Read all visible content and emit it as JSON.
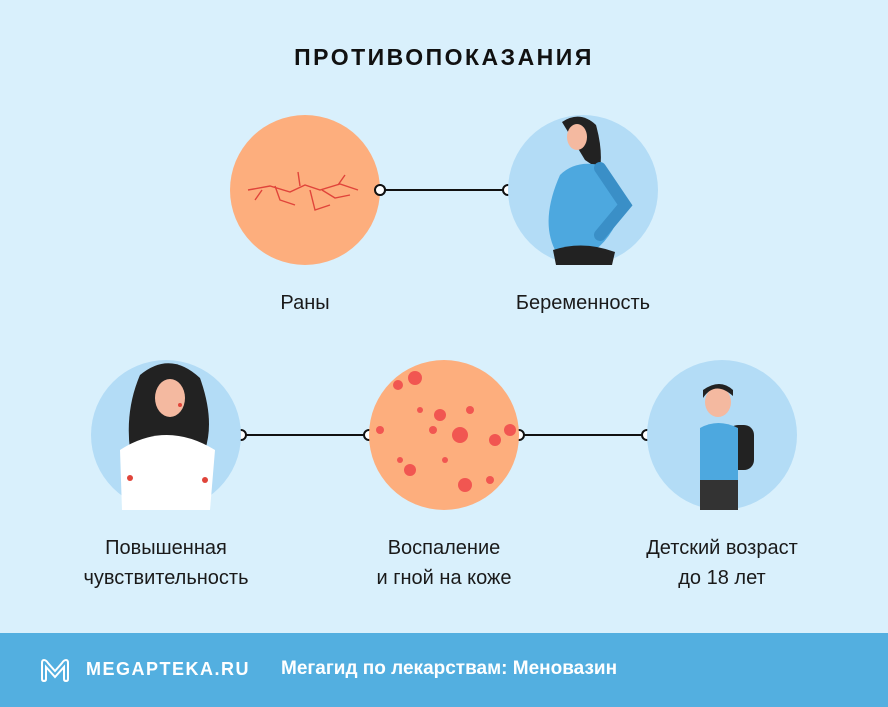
{
  "title": "ПРОТИВОПОКАЗАНИЯ",
  "items": [
    {
      "label": "Раны"
    },
    {
      "label": "Беременность"
    },
    {
      "label_line1": "Повышенная",
      "label_line2": "чувствительность"
    },
    {
      "label_line1": "Воспаление",
      "label_line2": "и гной на коже"
    },
    {
      "label_line1": "Детский возраст",
      "label_line2": "до 18 лет"
    }
  ],
  "footer": {
    "brand": "MEGAPTEKA.RU",
    "guide": "Мегагид по лекарствам: Меновазин"
  },
  "colors": {
    "background": "#d9f0fc",
    "orange": "#fdae7d",
    "blue_circle": "#b3dcf6",
    "footer": "#53afe0"
  }
}
